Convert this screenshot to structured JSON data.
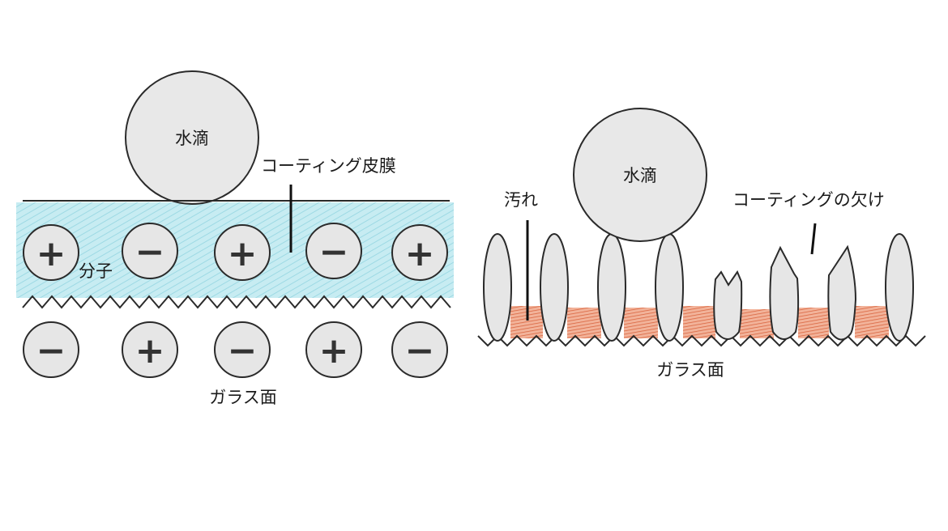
{
  "left_panel": {
    "water_drop_label": "水滴",
    "coating_film_label": "コーティング皮膜",
    "molecule_label": "分子",
    "glass_surface_label": "ガラス面",
    "top_row_charges": [
      "+",
      "−",
      "+",
      "−",
      "+"
    ],
    "bottom_row_charges": [
      "−",
      "+",
      "−",
      "+",
      "−"
    ]
  },
  "right_panel": {
    "water_drop_label": "水滴",
    "dirt_label": "汚れ",
    "coating_defect_label": "コーティングの欠け",
    "glass_surface_label": "ガラス面"
  },
  "colors": {
    "coating": "#bfe8ef",
    "coating_hatch": "#8fd3df",
    "molecule_fill": "#e6e6e6",
    "dirt": "#e8825e",
    "outline": "#2a2a2a"
  }
}
